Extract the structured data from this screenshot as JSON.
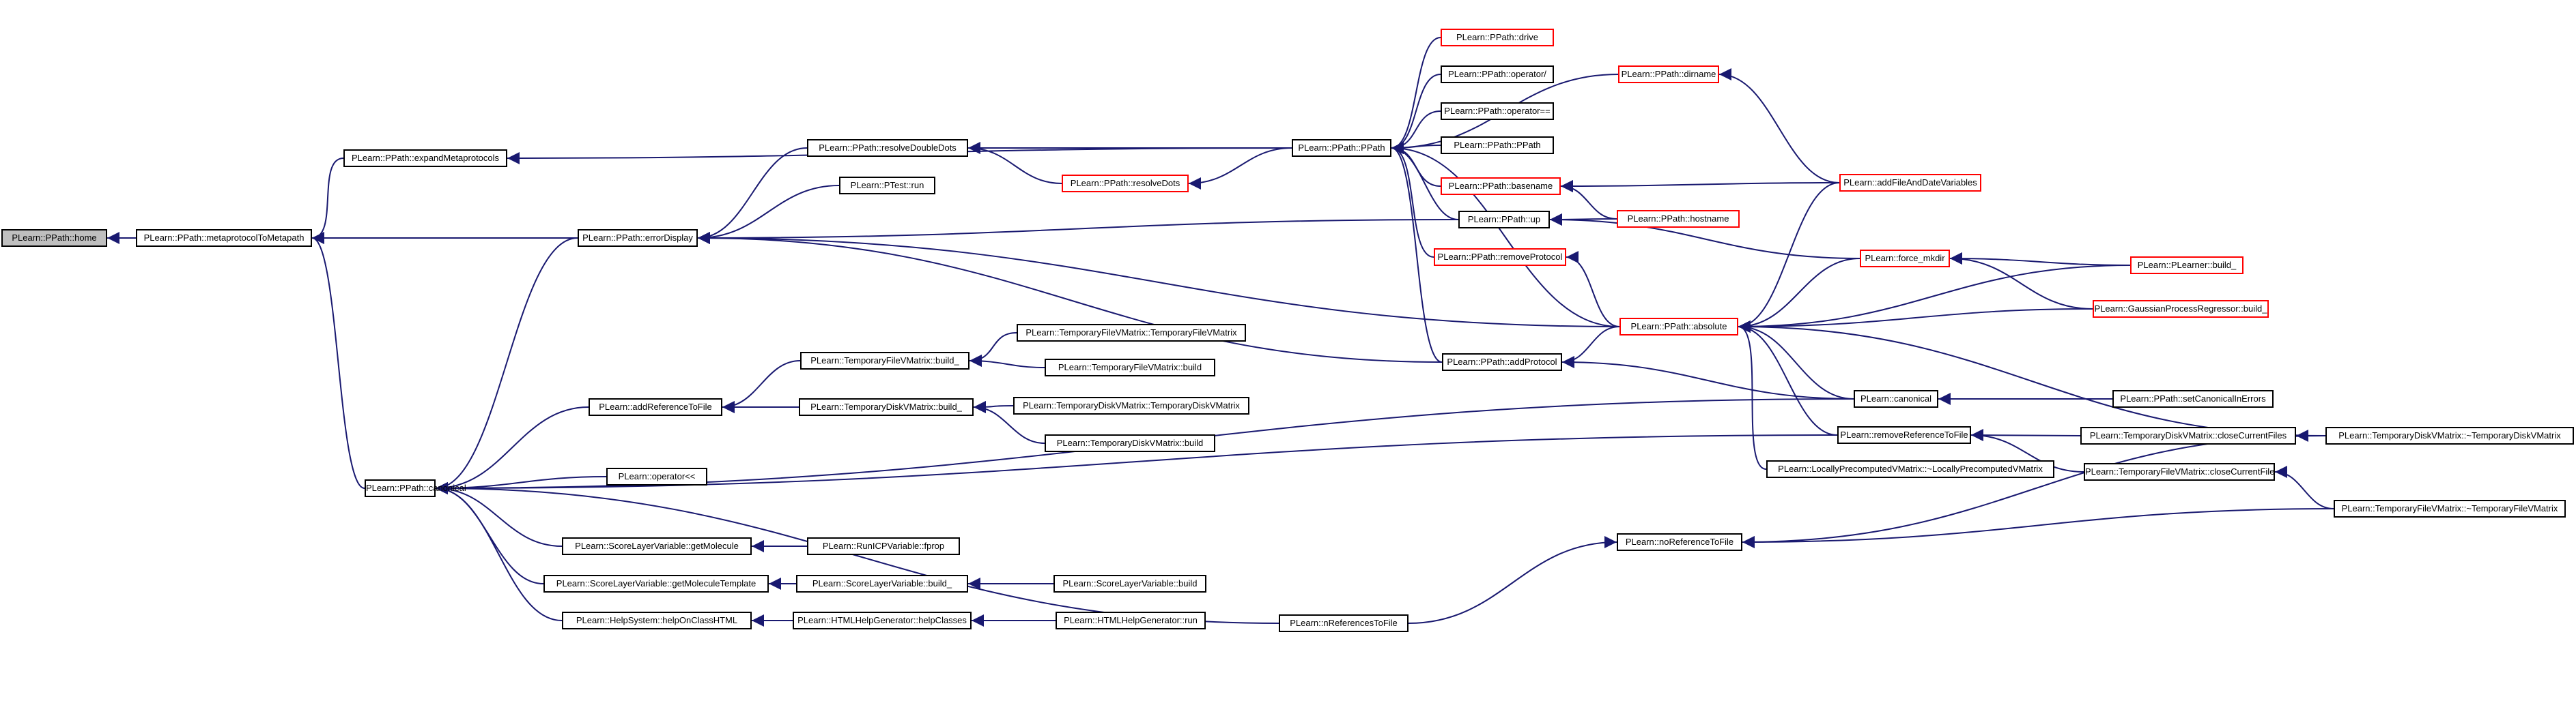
{
  "graph": {
    "root_fill": "#bfbfbf",
    "edge_color": "#191970",
    "normal_border": "#000000",
    "truncated_border": "#ff0000",
    "nodes": [
      {
        "id": "home",
        "label": "PLearn::PPath::home",
        "root": true
      },
      {
        "id": "metaToMeta",
        "label": "PLearn::PPath::metaprotocolToMetapath"
      },
      {
        "id": "expandMeta",
        "label": "PLearn::PPath::expandMetaprotocols"
      },
      {
        "id": "canonicalPP",
        "label": "PLearn::PPath::canonical"
      },
      {
        "id": "errorDisplay",
        "label": "PLearn::PPath::errorDisplay"
      },
      {
        "id": "resolveDD",
        "label": "PLearn::PPath::resolveDoubleDots"
      },
      {
        "id": "ptestRun",
        "label": "PLearn::PTest::run"
      },
      {
        "id": "resolveDots",
        "label": "PLearn::PPath::resolveDots",
        "truncated": true
      },
      {
        "id": "pathCtor",
        "label": "PLearn::PPath::PPath"
      },
      {
        "id": "drive",
        "label": "PLearn::PPath::drive",
        "truncated": true
      },
      {
        "id": "opSlash",
        "label": "PLearn::PPath::operator/"
      },
      {
        "id": "opEq",
        "label": "PLearn::PPath::operator=="
      },
      {
        "id": "pathCtor2",
        "label": "PLearn::PPath::PPath"
      },
      {
        "id": "basename",
        "label": "PLearn::PPath::basename",
        "truncated": true
      },
      {
        "id": "up",
        "label": "PLearn::PPath::up"
      },
      {
        "id": "removeProtocol",
        "label": "PLearn::PPath::removeProtocol",
        "truncated": true
      },
      {
        "id": "addProtocol",
        "label": "PLearn::PPath::addProtocol"
      },
      {
        "id": "dirname",
        "label": "PLearn::PPath::dirname",
        "truncated": true
      },
      {
        "id": "hostname",
        "label": "PLearn::PPath::hostname",
        "truncated": true
      },
      {
        "id": "absolute",
        "label": "PLearn::PPath::absolute",
        "truncated": true
      },
      {
        "id": "addFileDate",
        "label": "PLearn::addFileAndDateVariables",
        "truncated": true
      },
      {
        "id": "forceMkdir",
        "label": "PLearn::force_mkdir",
        "truncated": true
      },
      {
        "id": "plearnerBuild",
        "label": "PLearn::PLearner::build_",
        "truncated": true
      },
      {
        "id": "gpBuild",
        "label": "PLearn::GaussianProcessRegressor::build_",
        "truncated": true
      },
      {
        "id": "canonicalFn",
        "label": "PLearn::canonical"
      },
      {
        "id": "setCanonErr",
        "label": "PLearn::PPath::setCanonicalInErrors"
      },
      {
        "id": "removeRef",
        "label": "PLearn::removeReferenceToFile"
      },
      {
        "id": "tdvmClose",
        "label": "PLearn::TemporaryDiskVMatrix::closeCurrentFiles"
      },
      {
        "id": "tdvmDtor",
        "label": "PLearn::TemporaryDiskVMatrix::~TemporaryDiskVMatrix"
      },
      {
        "id": "lpvmDtor",
        "label": "PLearn::LocallyPrecomputedVMatrix::~LocallyPrecomputedVMatrix"
      },
      {
        "id": "tfvmClose",
        "label": "PLearn::TemporaryFileVMatrix::closeCurrentFile"
      },
      {
        "id": "tfvmDtor",
        "label": "PLearn::TemporaryFileVMatrix::~TemporaryFileVMatrix"
      },
      {
        "id": "noRef",
        "label": "PLearn::noReferenceToFile"
      },
      {
        "id": "nRefs",
        "label": "PLearn::nReferencesToFile"
      },
      {
        "id": "addRef",
        "label": "PLearn::addReferenceToFile"
      },
      {
        "id": "tfvmBuild_",
        "label": "PLearn::TemporaryFileVMatrix::build_"
      },
      {
        "id": "tfvmCtor",
        "label": "PLearn::TemporaryFileVMatrix::TemporaryFileVMatrix"
      },
      {
        "id": "tfvmBuild",
        "label": "PLearn::TemporaryFileVMatrix::build"
      },
      {
        "id": "tdvmBuild_",
        "label": "PLearn::TemporaryDiskVMatrix::build_"
      },
      {
        "id": "tdvmCtor",
        "label": "PLearn::TemporaryDiskVMatrix::TemporaryDiskVMatrix"
      },
      {
        "id": "tdvmBuild",
        "label": "PLearn::TemporaryDiskVMatrix::build"
      },
      {
        "id": "opShl",
        "label": "PLearn::operator<<"
      },
      {
        "id": "slvGetMol",
        "label": "PLearn::ScoreLayerVariable::getMolecule"
      },
      {
        "id": "runFprop",
        "label": "PLearn::RunICPVariable::fprop"
      },
      {
        "id": "slvGetMolT",
        "label": "PLearn::ScoreLayerVariable::getMoleculeTemplate"
      },
      {
        "id": "slvBuild_",
        "label": "PLearn::ScoreLayerVariable::build_"
      },
      {
        "id": "slvBuild",
        "label": "PLearn::ScoreLayerVariable::build"
      },
      {
        "id": "helpOnClass",
        "label": "PLearn::HelpSystem::helpOnClassHTML"
      },
      {
        "id": "helpClasses",
        "label": "PLearn::HTMLHelpGenerator::helpClasses"
      },
      {
        "id": "helpRun",
        "label": "PLearn::HTMLHelpGenerator::run"
      }
    ],
    "edges": [
      [
        "metaToMeta",
        "home"
      ],
      [
        "expandMeta",
        "metaToMeta"
      ],
      [
        "canonicalPP",
        "metaToMeta"
      ],
      [
        "errorDisplay",
        "metaToMeta"
      ],
      [
        "pathCtor",
        "expandMeta"
      ],
      [
        "errorDisplay",
        "canonicalPP"
      ],
      [
        "addRef",
        "canonicalPP"
      ],
      [
        "opShl",
        "canonicalPP"
      ],
      [
        "slvGetMol",
        "canonicalPP"
      ],
      [
        "slvGetMolT",
        "canonicalPP"
      ],
      [
        "helpOnClass",
        "canonicalPP"
      ],
      [
        "nRefs",
        "canonicalPP"
      ],
      [
        "canonicalFn",
        "canonicalPP"
      ],
      [
        "removeRef",
        "canonicalPP"
      ],
      [
        "resolveDD",
        "errorDisplay"
      ],
      [
        "ptestRun",
        "errorDisplay"
      ],
      [
        "up",
        "errorDisplay"
      ],
      [
        "addProtocol",
        "errorDisplay"
      ],
      [
        "absolute",
        "errorDisplay"
      ],
      [
        "pathCtor",
        "resolveDD"
      ],
      [
        "resolveDots",
        "resolveDD"
      ],
      [
        "pathCtor",
        "resolveDots"
      ],
      [
        "drive",
        "pathCtor"
      ],
      [
        "opSlash",
        "pathCtor"
      ],
      [
        "opEq",
        "pathCtor"
      ],
      [
        "pathCtor2",
        "pathCtor"
      ],
      [
        "basename",
        "pathCtor"
      ],
      [
        "up",
        "pathCtor"
      ],
      [
        "removeProtocol",
        "pathCtor"
      ],
      [
        "addProtocol",
        "pathCtor"
      ],
      [
        "absolute",
        "pathCtor"
      ],
      [
        "dirname",
        "pathCtor"
      ],
      [
        "addFileDate",
        "dirname"
      ],
      [
        "addFileDate",
        "basename"
      ],
      [
        "hostname",
        "basename"
      ],
      [
        "hostname",
        "up"
      ],
      [
        "forceMkdir",
        "up"
      ],
      [
        "absolute",
        "removeProtocol"
      ],
      [
        "absolute",
        "addProtocol"
      ],
      [
        "canonicalFn",
        "addProtocol"
      ],
      [
        "addFileDate",
        "absolute"
      ],
      [
        "forceMkdir",
        "absolute"
      ],
      [
        "plearnerBuild",
        "absolute"
      ],
      [
        "gpBuild",
        "absolute"
      ],
      [
        "canonicalFn",
        "absolute"
      ],
      [
        "removeRef",
        "absolute"
      ],
      [
        "lpvmDtor",
        "absolute"
      ],
      [
        "tdvmDtor",
        "absolute"
      ],
      [
        "plearnerBuild",
        "forceMkdir"
      ],
      [
        "gpBuild",
        "forceMkdir"
      ],
      [
        "setCanonErr",
        "canonicalFn"
      ],
      [
        "tdvmClose",
        "removeRef"
      ],
      [
        "tfvmClose",
        "removeRef"
      ],
      [
        "tdvmDtor",
        "tdvmClose"
      ],
      [
        "tfvmDtor",
        "tfvmClose"
      ],
      [
        "tdvmDtor",
        "noRef"
      ],
      [
        "tfvmDtor",
        "noRef"
      ],
      [
        "nRefs",
        "noRef"
      ],
      [
        "tfvmBuild_",
        "addRef"
      ],
      [
        "tdvmBuild_",
        "addRef"
      ],
      [
        "tfvmCtor",
        "tfvmBuild_"
      ],
      [
        "tfvmBuild",
        "tfvmBuild_"
      ],
      [
        "tdvmCtor",
        "tdvmBuild_"
      ],
      [
        "tdvmBuild",
        "tdvmBuild_"
      ],
      [
        "runFprop",
        "slvGetMol"
      ],
      [
        "slvBuild_",
        "slvGetMolT"
      ],
      [
        "slvBuild",
        "slvBuild_"
      ],
      [
        "helpClasses",
        "helpOnClass"
      ],
      [
        "helpRun",
        "helpClasses"
      ]
    ]
  }
}
